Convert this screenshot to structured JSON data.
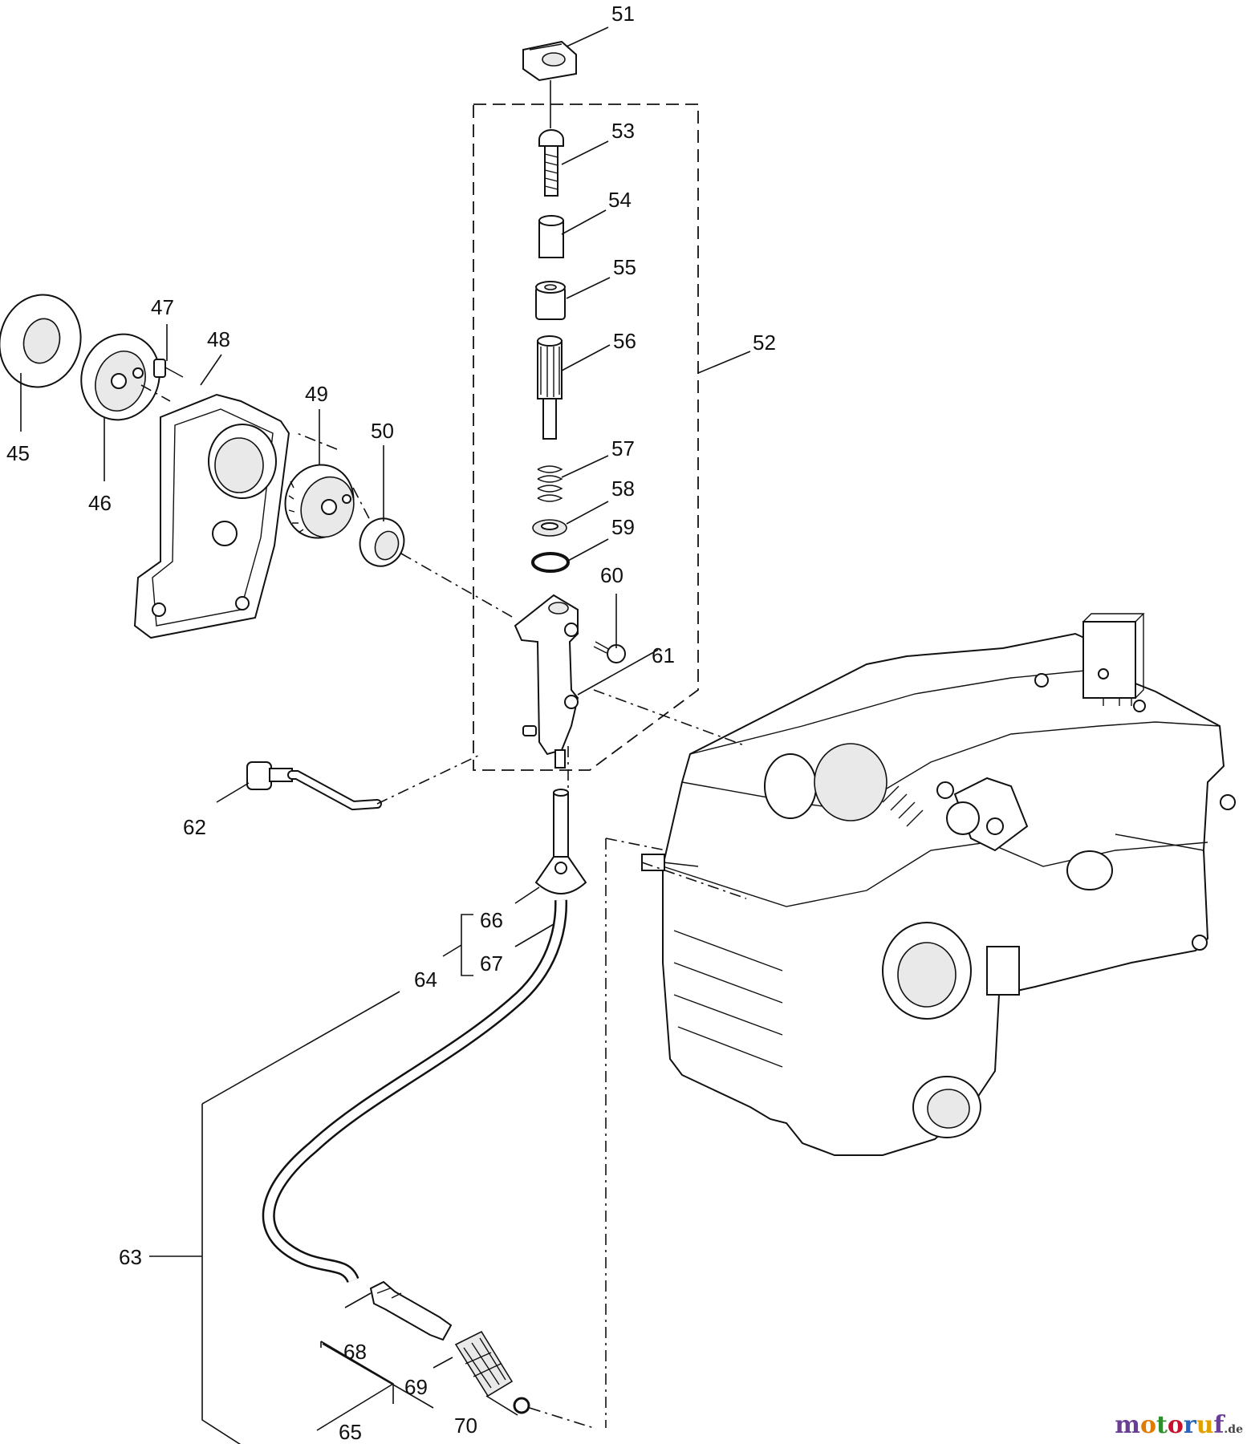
{
  "labels": [
    "45",
    "46",
    "47",
    "48",
    "49",
    "50",
    "51",
    "52",
    "53",
    "54",
    "55",
    "56",
    "57",
    "58",
    "59",
    "60",
    "61",
    "62",
    "63",
    "64",
    "65",
    "66",
    "67",
    "68",
    "69",
    "70"
  ],
  "watermark": {
    "letters": [
      "m",
      "o",
      "t",
      "o",
      "r",
      "u",
      "f"
    ],
    "suffix": ".de",
    "colors": [
      "#6a3d96",
      "#e07b00",
      "#2f8f2f",
      "#c8102e",
      "#2a63b8",
      "#e0a100",
      "#6a3d96"
    ]
  }
}
